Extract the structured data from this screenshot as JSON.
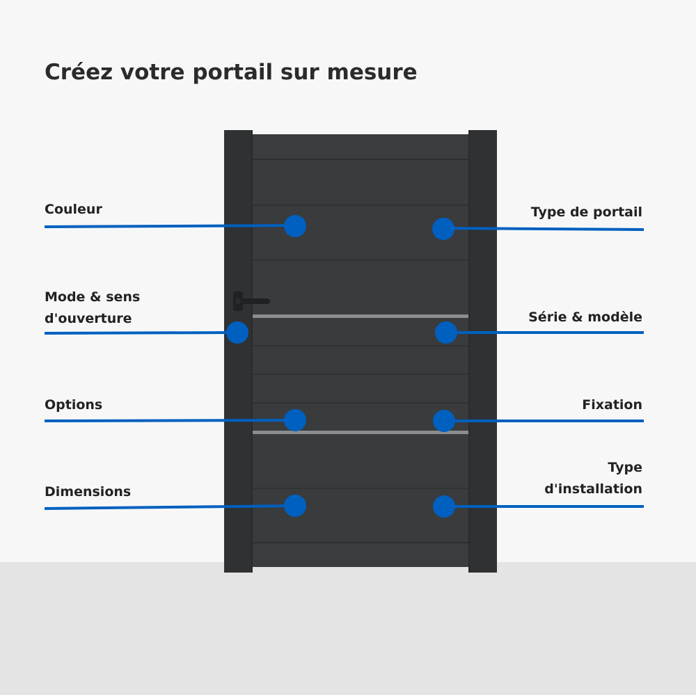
{
  "title": "Créez votre portail sur mesure",
  "colors": {
    "accent": "#0060c0",
    "gate": "#383a3c",
    "gate_post": "#2f3133",
    "background": "#f7f7f7",
    "floor": "#e4e4e4",
    "text": "#222222"
  },
  "labels": {
    "couleur": "Couleur",
    "mode_line1": "Mode & sens",
    "mode_line2": "d'ouverture",
    "options": "Options",
    "dimensions": "Dimensions",
    "type_portail": "Type de portail",
    "serie_modele": "Série & modèle",
    "fixation": "Fixation",
    "type_install_line1": "Type",
    "type_install_line2": "d'installation"
  }
}
